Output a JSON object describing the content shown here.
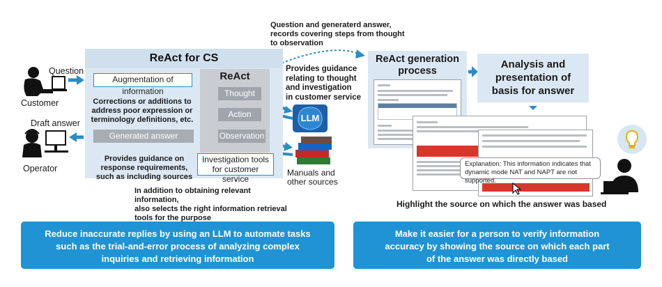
{
  "left": {
    "question": "Question",
    "customer": "Customer",
    "draft_answer": "Draft answer",
    "operator": "Operator"
  },
  "cs_panel": {
    "title": "ReAct for CS",
    "augmentation": "Augmentation of information",
    "corrections_note": [
      "Corrections or additions to",
      "address poor expression or",
      "terminology definitions, etc."
    ],
    "react_title": "ReAct",
    "thought": "Thought",
    "action": "Action",
    "observation": "Observation",
    "generated_answer": "Generated answer",
    "guidance_note": [
      "Provides guidance on",
      "response requirements,",
      "such as including sources"
    ],
    "investigation_tools": [
      "Investigation tools",
      "for customer service"
    ],
    "tools_note": [
      "In addition to obtaining relevant information,",
      "also selects the right information retrieval",
      "tools for the purpose"
    ]
  },
  "middle": {
    "guidance_thought": [
      "Provides guidance",
      "relating to thought",
      "and investigation",
      "in customer service"
    ],
    "llm": "LLM",
    "manuals": [
      "Manuals and",
      "other sources"
    ],
    "records_note": [
      "Question and generaterd answer,",
      "records covering steps from thought",
      "to observation"
    ]
  },
  "right": {
    "gen_process": [
      "ReAct generation",
      "process"
    ],
    "analysis": [
      "Analysis and",
      "presentation of",
      "basis for answer"
    ],
    "explanation": [
      "Explanation: This information indicates that",
      "dynamic mode NAT and NAPT are not supported."
    ],
    "highlight": "Highlight the source on which the answer was based"
  },
  "banners": {
    "left": [
      "Reduce inaccurate replies by using an LLM to automate tasks",
      "such as the trial-and-error process of analyzing complex",
      "inquiries and retrieving information"
    ],
    "right": [
      "Make it easier for a person to verify information",
      "accuracy by showing the source on which each part",
      "of the answer was directly based"
    ]
  },
  "colors": {
    "accent": "#1f93d4",
    "panel": "#dbe8f4",
    "step_gray": "#9fa5ab",
    "highlight_red": "#d9362b"
  }
}
